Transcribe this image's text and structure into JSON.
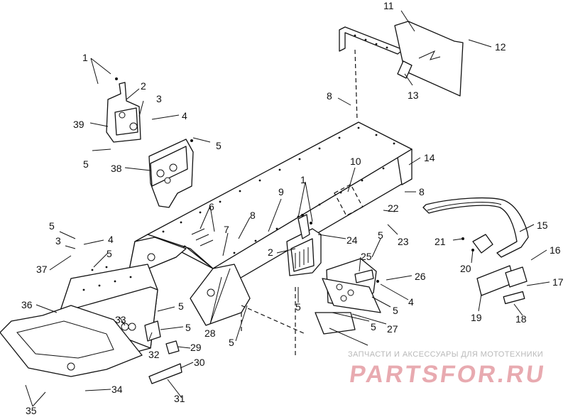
{
  "diagram": {
    "callouts": [
      {
        "id": "c1a",
        "text": "1"
      },
      {
        "id": "c2a",
        "text": "2"
      },
      {
        "id": "c3a",
        "text": "3"
      },
      {
        "id": "c4a",
        "text": "4"
      },
      {
        "id": "c39",
        "text": "39"
      },
      {
        "id": "c5a",
        "text": "5"
      },
      {
        "id": "c5b",
        "text": "5"
      },
      {
        "id": "c38",
        "text": "38"
      },
      {
        "id": "c11",
        "text": "11"
      },
      {
        "id": "c12",
        "text": "12"
      },
      {
        "id": "c13",
        "text": "13"
      },
      {
        "id": "c8a",
        "text": "8"
      },
      {
        "id": "c14",
        "text": "14"
      },
      {
        "id": "c10",
        "text": "10"
      },
      {
        "id": "c8b",
        "text": "8"
      },
      {
        "id": "c9",
        "text": "9"
      },
      {
        "id": "c1b",
        "text": "1"
      },
      {
        "id": "c22",
        "text": "22"
      },
      {
        "id": "c6",
        "text": "6"
      },
      {
        "id": "c8c",
        "text": "8"
      },
      {
        "id": "c7",
        "text": "7"
      },
      {
        "id": "c23",
        "text": "23"
      },
      {
        "id": "c15",
        "text": "15"
      },
      {
        "id": "c24",
        "text": "24"
      },
      {
        "id": "c2b",
        "text": "2"
      },
      {
        "id": "c5c",
        "text": "5"
      },
      {
        "id": "c21",
        "text": "21"
      },
      {
        "id": "c16",
        "text": "16"
      },
      {
        "id": "c25",
        "text": "25"
      },
      {
        "id": "c20",
        "text": "20"
      },
      {
        "id": "c26",
        "text": "26"
      },
      {
        "id": "c17",
        "text": "17"
      },
      {
        "id": "c4b",
        "text": "4"
      },
      {
        "id": "c5d",
        "text": "5"
      },
      {
        "id": "c5e",
        "text": "5"
      },
      {
        "id": "c19",
        "text": "19"
      },
      {
        "id": "c18",
        "text": "18"
      },
      {
        "id": "c27",
        "text": "27"
      },
      {
        "id": "c5f",
        "text": "5"
      },
      {
        "id": "c5g",
        "text": "5"
      },
      {
        "id": "c3b",
        "text": "3"
      },
      {
        "id": "c4c",
        "text": "4"
      },
      {
        "id": "c37",
        "text": "37"
      },
      {
        "id": "c5h",
        "text": "5"
      },
      {
        "id": "c36",
        "text": "36"
      },
      {
        "id": "c5i",
        "text": "5"
      },
      {
        "id": "c33",
        "text": "33"
      },
      {
        "id": "c5j",
        "text": "5"
      },
      {
        "id": "c28",
        "text": "28"
      },
      {
        "id": "c5k",
        "text": "5"
      },
      {
        "id": "c32",
        "text": "32"
      },
      {
        "id": "c29",
        "text": "29"
      },
      {
        "id": "c30",
        "text": "30"
      },
      {
        "id": "c34",
        "text": "34"
      },
      {
        "id": "c31",
        "text": "31"
      },
      {
        "id": "c35",
        "text": "35"
      }
    ]
  },
  "watermark": {
    "caption": "ЗАПЧАСТИ И АКСЕССУАРЫ ДЛЯ МОТОТЕХНИКИ",
    "logo_text": "PARTSFOR.RU",
    "color": "#e8aab0"
  }
}
